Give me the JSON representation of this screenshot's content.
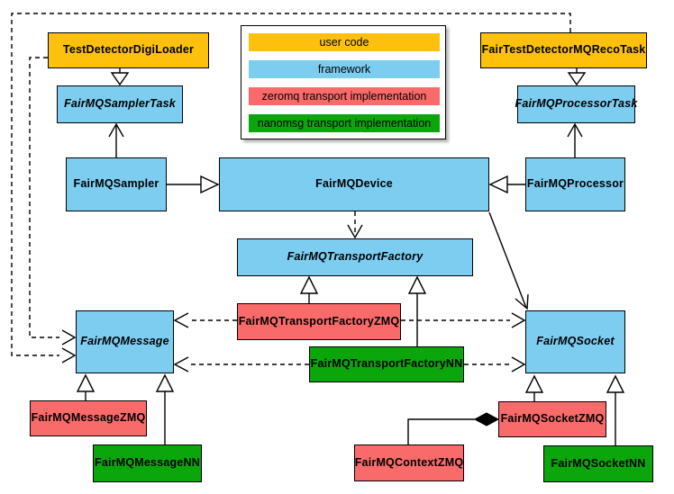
{
  "colors": {
    "user_code": "#FDC10D",
    "framework": "#7DCDF1",
    "zeromq": "#F96B6B",
    "nanomsg": "#0AA60C"
  },
  "legend": {
    "items": [
      {
        "label": "user code",
        "color_key": "user_code"
      },
      {
        "label": "framework",
        "color_key": "framework"
      },
      {
        "label": "zeromq transport implementation",
        "color_key": "zeromq"
      },
      {
        "label": "nanomsg transport implementation",
        "color_key": "nanomsg"
      }
    ]
  },
  "nodes": {
    "tddl": {
      "label": "TestDetectorDigiLoader",
      "category": "user_code",
      "abstract": false
    },
    "recoTask": {
      "label": "FairTestDetectorMQRecoTask",
      "category": "user_code",
      "abstract": false
    },
    "samplerTask": {
      "label": "FairMQSamplerTask",
      "category": "framework",
      "abstract": true
    },
    "processorTask": {
      "label": "FairMQProcessorTask",
      "category": "framework",
      "abstract": true
    },
    "sampler": {
      "label": "FairMQSampler",
      "category": "framework",
      "abstract": false
    },
    "device": {
      "label": "FairMQDevice",
      "category": "framework",
      "abstract": false
    },
    "processor": {
      "label": "FairMQProcessor",
      "category": "framework",
      "abstract": false
    },
    "factory": {
      "label": "FairMQTransportFactory",
      "category": "framework",
      "abstract": true
    },
    "factoryZmq": {
      "label": "FairMQTransportFactoryZMQ",
      "category": "zeromq",
      "abstract": false
    },
    "factoryNn": {
      "label": "FairMQTransportFactoryNN",
      "category": "nanomsg",
      "abstract": false
    },
    "message": {
      "label": "FairMQMessage",
      "category": "framework",
      "abstract": true
    },
    "socket": {
      "label": "FairMQSocket",
      "category": "framework",
      "abstract": true
    },
    "messageZmq": {
      "label": "FairMQMessageZMQ",
      "category": "zeromq",
      "abstract": false
    },
    "messageNn": {
      "label": "FairMQMessageNN",
      "category": "nanomsg",
      "abstract": false
    },
    "contextZmq": {
      "label": "FairMQContextZMQ",
      "category": "zeromq",
      "abstract": false
    },
    "socketZmq": {
      "label": "FairMQSocketZMQ",
      "category": "zeromq",
      "abstract": false
    },
    "socketNn": {
      "label": "FairMQSocketNN",
      "category": "nanomsg",
      "abstract": false
    }
  },
  "edges": [
    {
      "from": "TestDetectorDigiLoader",
      "to": "FairMQSamplerTask",
      "type": "inheritance"
    },
    {
      "from": "FairTestDetectorMQRecoTask",
      "to": "FairMQProcessorTask",
      "type": "inheritance"
    },
    {
      "from": "FairMQSampler",
      "to": "FairMQSamplerTask",
      "type": "association-open-arrow"
    },
    {
      "from": "FairMQProcessor",
      "to": "FairMQProcessorTask",
      "type": "association-open-arrow"
    },
    {
      "from": "FairMQSampler",
      "to": "FairMQDevice",
      "type": "inheritance"
    },
    {
      "from": "FairMQProcessor",
      "to": "FairMQDevice",
      "type": "inheritance"
    },
    {
      "from": "FairMQDevice",
      "to": "FairMQTransportFactory",
      "type": "dependency-dashed"
    },
    {
      "from": "FairMQDevice",
      "to": "FairMQSocket",
      "type": "association-open-arrow"
    },
    {
      "from": "FairMQTransportFactoryZMQ",
      "to": "FairMQTransportFactory",
      "type": "inheritance"
    },
    {
      "from": "FairMQTransportFactoryNN",
      "to": "FairMQTransportFactory",
      "type": "inheritance"
    },
    {
      "from": "FairMQTransportFactoryZMQ",
      "to": "FairMQMessage",
      "type": "dependency-dashed"
    },
    {
      "from": "FairMQTransportFactoryZMQ",
      "to": "FairMQSocket",
      "type": "dependency-dashed"
    },
    {
      "from": "FairMQTransportFactoryNN",
      "to": "FairMQMessage",
      "type": "dependency-dashed"
    },
    {
      "from": "FairMQTransportFactoryNN",
      "to": "FairMQSocket",
      "type": "dependency-dashed"
    },
    {
      "from": "TestDetectorDigiLoader",
      "to": "FairMQMessage",
      "type": "dependency-dashed"
    },
    {
      "from": "FairTestDetectorMQRecoTask",
      "to": "FairMQMessage",
      "type": "dependency-dashed"
    },
    {
      "from": "FairMQMessageZMQ",
      "to": "FairMQMessage",
      "type": "inheritance"
    },
    {
      "from": "FairMQMessageNN",
      "to": "FairMQMessage",
      "type": "inheritance"
    },
    {
      "from": "FairMQSocketZMQ",
      "to": "FairMQSocket",
      "type": "inheritance"
    },
    {
      "from": "FairMQSocketNN",
      "to": "FairMQSocket",
      "type": "inheritance"
    },
    {
      "from": "FairMQContextZMQ",
      "to": "FairMQSocketZMQ",
      "type": "composition"
    }
  ]
}
